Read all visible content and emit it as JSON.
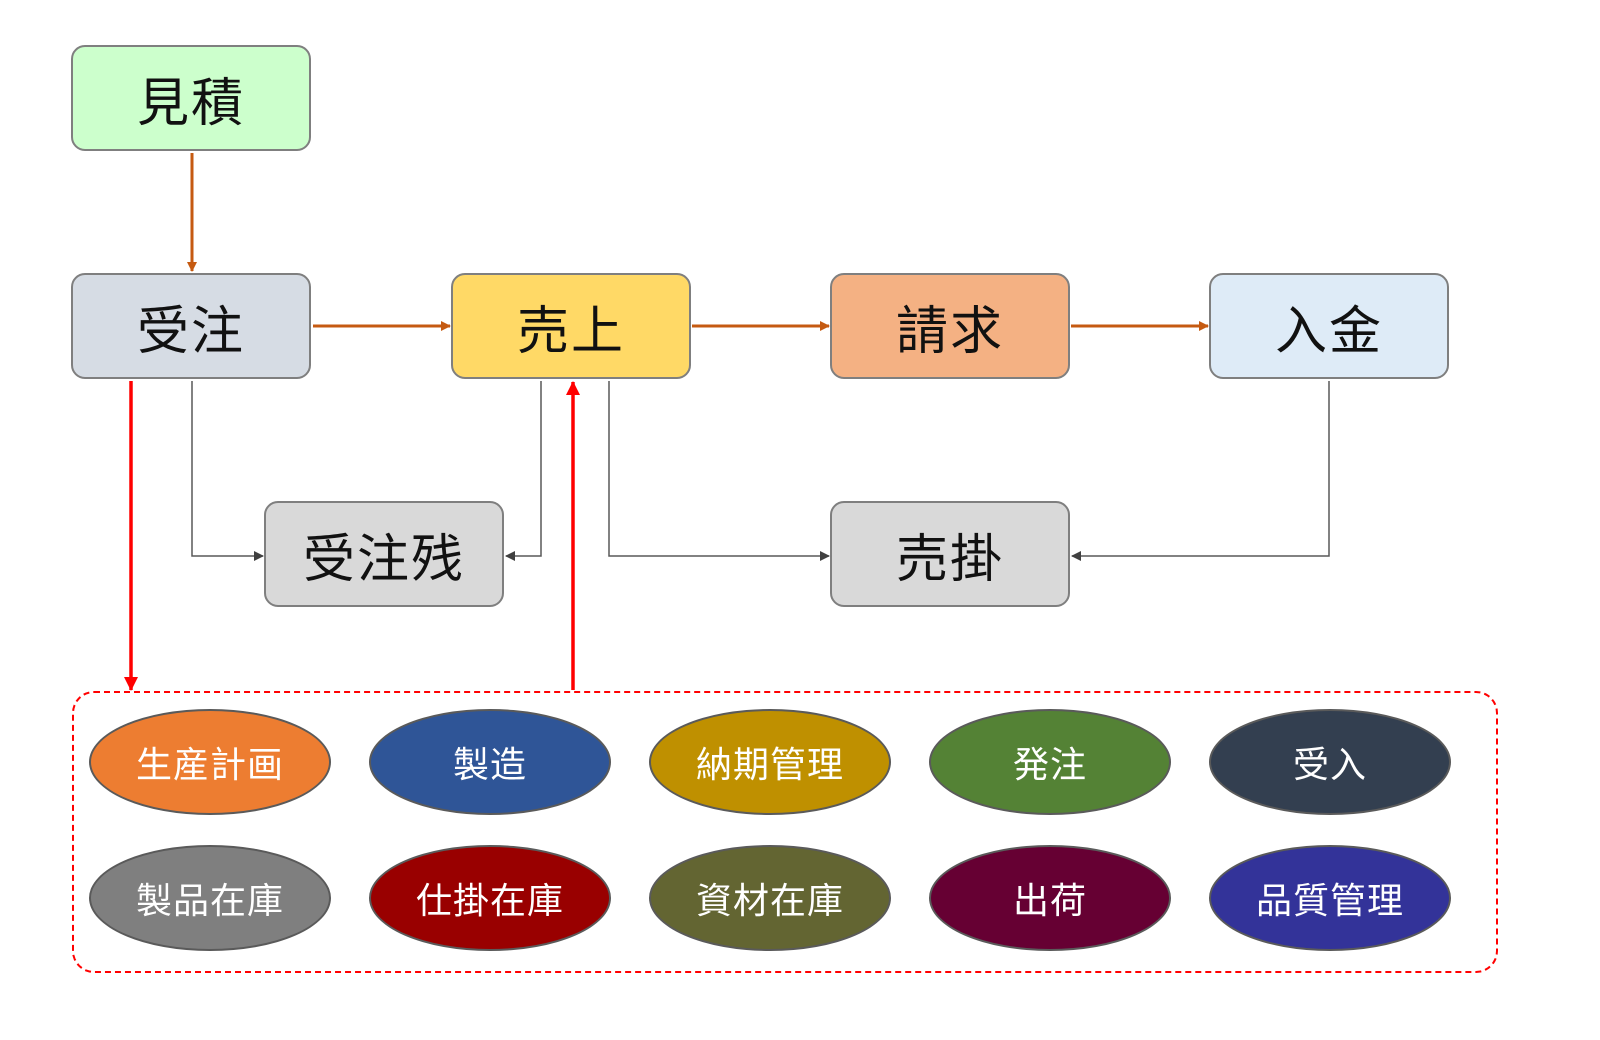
{
  "flow_nodes": {
    "estimate": "見積",
    "order": "受注",
    "sales": "売上",
    "billing": "請求",
    "payment": "入金",
    "order_backlog": "受注残",
    "receivable": "売掛"
  },
  "modules": [
    {
      "label": "生産計画",
      "color": "#ed7d31"
    },
    {
      "label": "製造",
      "color": "#2f5597"
    },
    {
      "label": "納期管理",
      "color": "#bf9000"
    },
    {
      "label": "発注",
      "color": "#548235"
    },
    {
      "label": "受入",
      "color": "#333f50"
    },
    {
      "label": "製品在庫",
      "color": "#7f7f7f"
    },
    {
      "label": "仕掛在庫",
      "color": "#990000"
    },
    {
      "label": "資材在庫",
      "color": "#636532"
    },
    {
      "label": "出荷",
      "color": "#660033"
    },
    {
      "label": "品質管理",
      "color": "#333399"
    }
  ],
  "colors": {
    "estimate_fill": "#ccffcc",
    "order_fill": "#d6dce4",
    "sales_fill": "#ffd966",
    "billing_fill": "#f4b183",
    "payment_fill": "#deebf7",
    "sub_fill": "#d9d9d9",
    "flow_arrow": "#c55a11",
    "link_arrow": "#ff0000",
    "connector": "#595959"
  }
}
